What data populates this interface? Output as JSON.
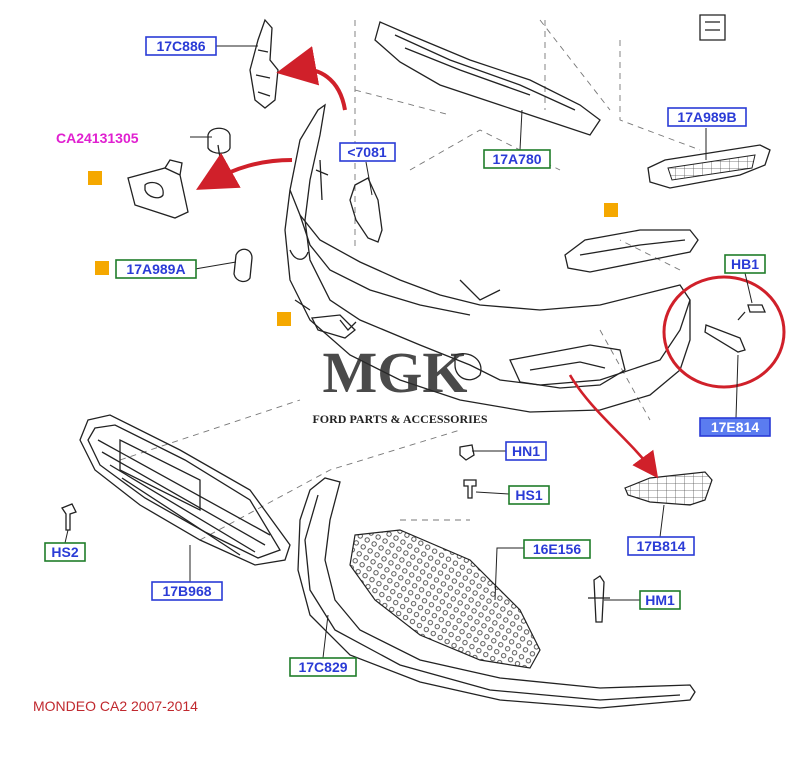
{
  "labels": {
    "l_17c886": "17C886",
    "l_ca24131305": "CA24131305",
    "l_7081": "<7081",
    "l_17a780": "17A780",
    "l_17a989b": "17A989B",
    "l_17a989a": "17A989A",
    "l_hb1": "HB1",
    "l_17e814": "17E814",
    "l_hn1": "HN1",
    "l_hs1": "HS1",
    "l_17b814": "17B814",
    "l_hs2": "HS2",
    "l_17b968": "17B968",
    "l_16e156": "16E156",
    "l_hm1": "HM1",
    "l_17c829": "17C829"
  },
  "watermark": {
    "logo": "MGK",
    "tagline": "FORD PARTS & ACCESSORIES"
  },
  "caption": "MONDEO CA2 2007-2014",
  "colors": {
    "blue_label": "#2a3bd6",
    "green_label": "#1f7d2a",
    "magenta_label": "#e020d0",
    "highlight_red": "#d0202a",
    "orange_marker": "#f5a800",
    "caption_red": "#c0282e",
    "selected_fill": "#5b7cf0"
  }
}
